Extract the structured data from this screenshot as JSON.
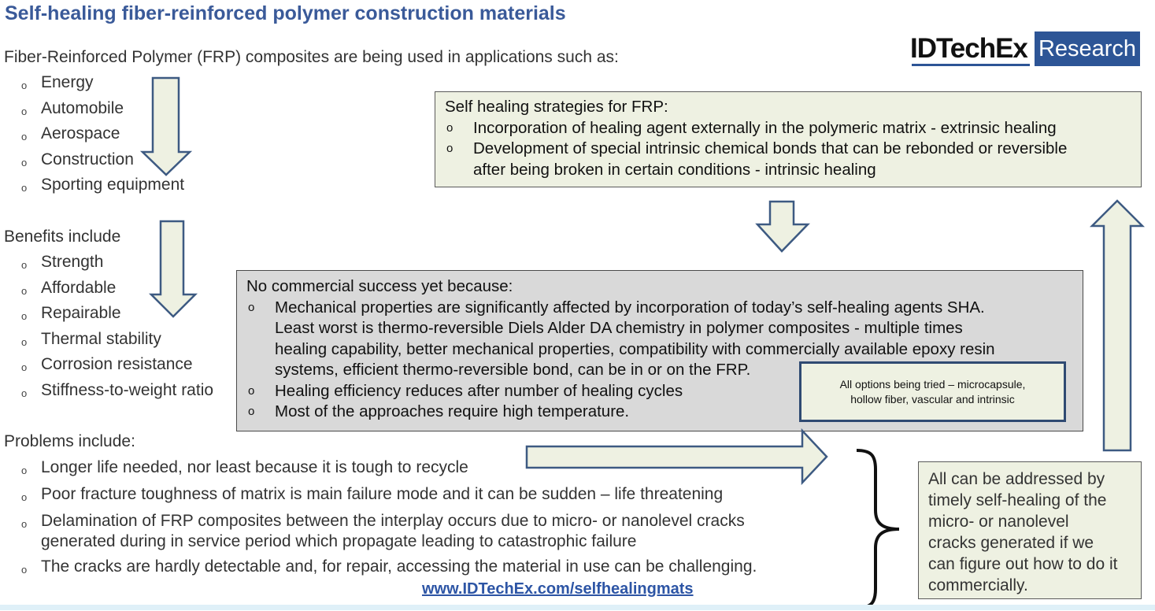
{
  "title": "Self-healing fiber-reinforced polymer construction materials",
  "logo": {
    "brand": "IDTechEx",
    "research": "Research"
  },
  "intro": "Fiber-Reinforced Polymer (FRP) composites are being used in applications such as:",
  "applications": [
    "Energy",
    "Automobile",
    "Aerospace",
    "Construction",
    "Sporting equipment"
  ],
  "benefits": {
    "heading": "Benefits include",
    "items": [
      "Strength",
      "Affordable",
      "Repairable",
      "Thermal stability",
      "Corrosion resistance",
      "Stiffness-to-weight ratio"
    ]
  },
  "problems": {
    "heading": "Problems include:",
    "items": [
      [
        "Longer life needed, nor least because it is tough to recycle"
      ],
      [
        "Poor fracture toughness of matrix is main failure mode and it can be sudden – life threatening"
      ],
      [
        "Delamination of FRP composites between the interplay occurs due to micro- or nanolevel cracks",
        "generated during in service period which propagate leading to catastrophic failure"
      ],
      [
        "The cracks are hardly detectable and, for repair, accessing the material in use can be challenging."
      ]
    ]
  },
  "strategies": {
    "heading": "Self healing strategies for FRP:",
    "items": [
      [
        "Incorporation of healing agent externally in the polymeric matrix - extrinsic healing"
      ],
      [
        "Development of special intrinsic chemical bonds that can be rebonded or reversible",
        "after being broken in certain conditions - intrinsic healing"
      ]
    ]
  },
  "no_success": {
    "heading": "No commercial success yet because:",
    "items": [
      [
        "Mechanical properties are significantly affected by incorporation of today’s self-healing agents SHA.",
        "Least worst is thermo-reversible Diels Alder DA chemistry in polymer composites - multiple times",
        "healing capability, better mechanical properties, compatibility with commercially available epoxy resin",
        "systems, efficient thermo-reversible bond, can be in or on the FRP."
      ],
      [
        "Healing efficiency reduces after number of healing cycles"
      ],
      [
        "Most of the approaches require high temperature."
      ]
    ]
  },
  "note": [
    "All options being tried – microcapsule,",
    "hollow fiber, vascular and intrinsic"
  ],
  "conclusion": [
    "All can be addressed by",
    "timely self-healing of the",
    "micro- or nanolevel",
    "cracks generated if we",
    "can figure out how to do it",
    "commercially."
  ],
  "link": "www.IDTechEx.com/selfhealingmats",
  "bullet_symbol": "o",
  "colors": {
    "title": "#3a5a99",
    "arrow_fill": "#eef1e2",
    "arrow_stroke": "#3d5a82",
    "brand_blue": "#2d5596"
  }
}
